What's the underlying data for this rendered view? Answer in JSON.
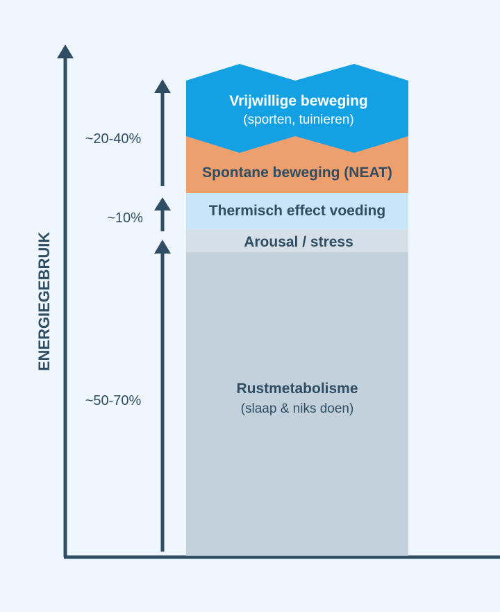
{
  "y_axis_label": "ENERGIEGEBRUIK",
  "percent_labels": {
    "voluntary": "~20-40%",
    "thermic": "~10%",
    "resting": "~50-70%"
  },
  "segments": {
    "voluntary": {
      "title": "Vrijwillige beweging",
      "subtitle": "(sporten, tuinieren)"
    },
    "neat": {
      "title": "Spontane beweging (NEAT)"
    },
    "thermic": {
      "title": "Thermisch effect voeding"
    },
    "arousal": {
      "title": "Arousal / stress"
    },
    "resting": {
      "title": "Rustmetabolisme",
      "subtitle": "(slaap & niks doen)"
    }
  },
  "colors": {
    "background": "#eff6fd",
    "axis": "#2f4d63",
    "voluntary": "#13a1e4",
    "neat": "#ed9f6d",
    "thermic": "#c7e7f8",
    "arousal": "#d5dfe7",
    "resting": "#c3d1dc",
    "text_dark": "#2f4d63",
    "text_light": "#ffffff"
  }
}
